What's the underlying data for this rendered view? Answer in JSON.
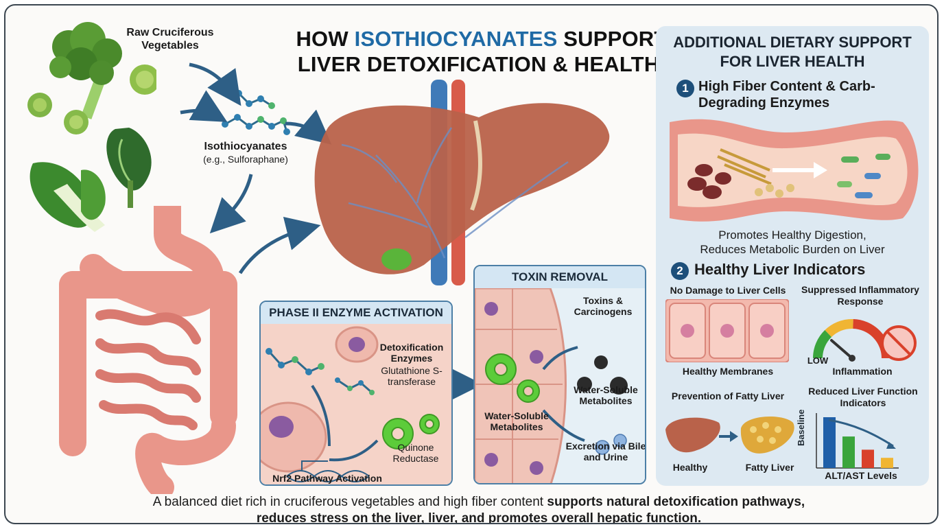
{
  "title": {
    "pre": "HOW ",
    "highlight": "ISOTHIOCYANATES",
    "post": " SUPPORT",
    "line2": "LIVER DETOXIFICATION & HEALTH."
  },
  "left": {
    "vegetables_label": "Raw Cruciferous Vegetables",
    "compound_label": "Isothiocyanates",
    "compound_example": "(e.g., Sulforaphane)"
  },
  "phase2": {
    "header": "PHASE II ENZYME ACTIVATION",
    "enzymes_title": "Detoxification Enzymes",
    "enzyme1": "Glutathione S-transferase",
    "enzyme2": "Quinone Reductase",
    "pathway": "Nrf2 Pathway Activation"
  },
  "toxin": {
    "header": "TOXIN REMOVAL",
    "toxins": "Toxins & Carcinogens",
    "metabolites_right": "Water-Soluble Metabolites",
    "metabolites_left": "Water-Soluble Metabolites",
    "excretion": "Excretion via Bile and Urine"
  },
  "sidebar": {
    "title": "ADDITIONAL DIETARY SUPPORT FOR LIVER HEALTH",
    "s1_num": "1",
    "s1_title": "High Fiber Content & Carb-Degrading Enzymes",
    "s1_caption_1": "Promotes Healthy Digestion,",
    "s1_caption_2": "Reduces Metabolic Burden on Liver",
    "s2_num": "2",
    "s2_title": "Healthy Liver Indicators",
    "no_damage": "No Damage to Liver Cells",
    "healthy_membranes": "Healthy Membranes",
    "suppressed": "Suppressed Inflammatory Response",
    "low": "LOW",
    "inflammation": "Inflammation",
    "fatty_prevention": "Prevention of Fatty Liver",
    "healthy": "Healthy",
    "fatty_liver": "Fatty Liver",
    "reduced_indicators": "Reduced Liver Function Indicators",
    "baseline": "Baseline",
    "alt_ast": "ALT/AST Levels"
  },
  "footer": {
    "normal_1": "A balanced diet rich in cruciferous vegetables and high fiber content ",
    "bold_1": "supports natural detoxification pathways,",
    "bold_2": "reduces stress on the liver, liver, and promotes overall hepatic function."
  },
  "alt_bars": [
    1.0,
    0.62,
    0.36,
    0.2
  ],
  "colors": {
    "title_highlight": "#1f6aa5",
    "liver": "#b9624a",
    "gear": "#5ccc3a",
    "intestine": "#e9968a",
    "bar_blue": "#1f5fa8",
    "bar_green": "#3aa53c",
    "bar_red": "#d9412b",
    "bar_yellow": "#f0b533"
  }
}
